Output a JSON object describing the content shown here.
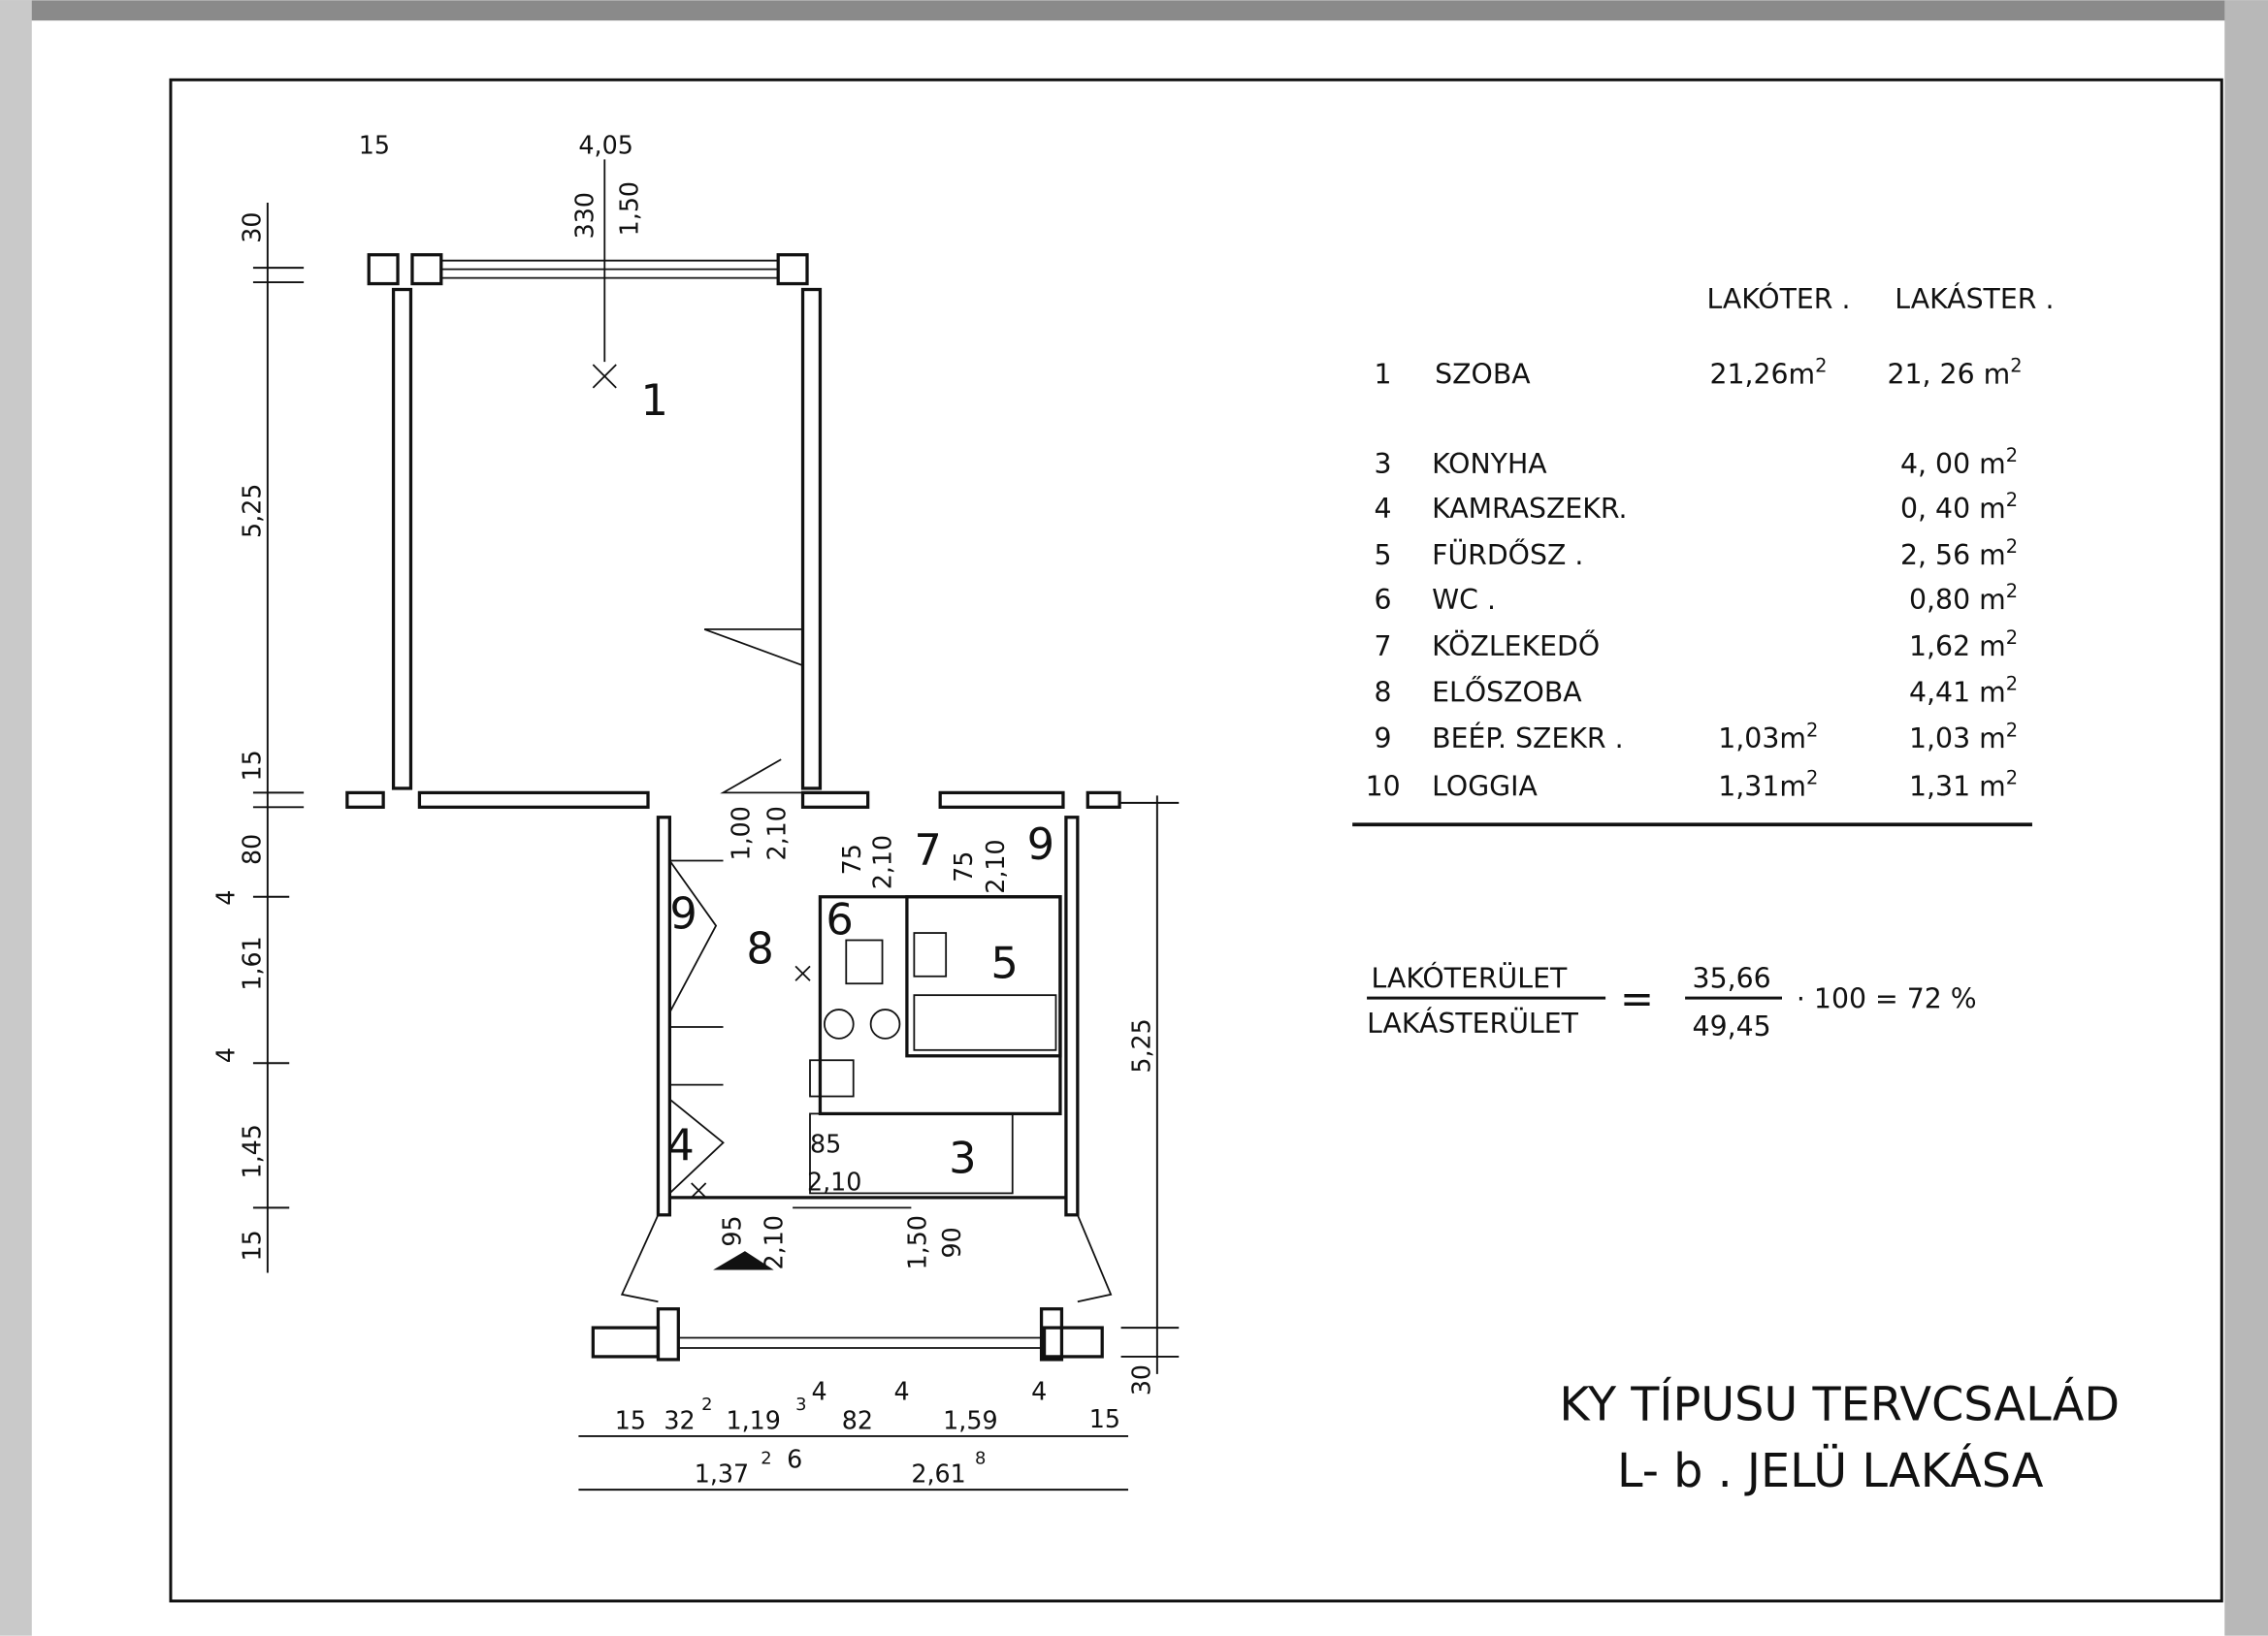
{
  "table": {
    "headers": {
      "lakoter": "LAKÓTER .",
      "lakaster": "LAKÁSTER ."
    },
    "rows": [
      {
        "num": "1",
        "name": "SZOBA",
        "lakoter": "21,26m",
        "lakaster": "21, 26 m"
      },
      {
        "num": "3",
        "name": "KONYHA",
        "lakoter": "",
        "lakaster": "4, 00 m"
      },
      {
        "num": "4",
        "name": "KAMRASZEKR.",
        "lakoter": "",
        "lakaster": "0, 40 m"
      },
      {
        "num": "5",
        "name": "FÜRDŐSZ .",
        "lakoter": "",
        "lakaster": "2, 56 m"
      },
      {
        "num": "6",
        "name": "WC .",
        "lakoter": "",
        "lakaster": "0,80 m"
      },
      {
        "num": "7",
        "name": "KÖZLEKEDŐ",
        "lakoter": "",
        "lakaster": "1,62 m"
      },
      {
        "num": "8",
        "name": "ELŐSZOBA",
        "lakoter": "",
        "lakaster": "4,41 m"
      },
      {
        "num": "9",
        "name": "BEÉP. SZEKR .",
        "lakoter": "1,03m",
        "lakaster": "1,03 m"
      },
      {
        "num": "10",
        "name": "LOGGIA",
        "lakoter": "1,31m",
        "lakaster": "1,31 m"
      }
    ],
    "unit_exponent": "2"
  },
  "ratio": {
    "numerator_label": "LAKÓTERÜLET",
    "denominator_label": "LAKÁSTERÜLET",
    "equals": "=",
    "numerator_value": "35,66",
    "denominator_value": "49,45",
    "result": "· 100 = 72 %"
  },
  "title": {
    "line1": "KY TÍPUSU TERVCSALÁD",
    "line2": "L- b . JELÜ LAKÁSA"
  },
  "rooms": [
    "1",
    "9",
    "8",
    "6",
    "7",
    "9",
    "5",
    "4",
    "3"
  ],
  "dimensions": {
    "top": [
      "15",
      "4,05",
      "330",
      "1,50"
    ],
    "left": [
      "30",
      "5,25",
      "15",
      "80",
      "4",
      "1,61",
      "4",
      "1,45",
      "15"
    ],
    "inner": [
      "1,00",
      "2,10",
      "75",
      "2,10",
      "75",
      "2,10",
      "85",
      "2,10",
      "95",
      "2,10",
      "1,50",
      "90"
    ],
    "right": [
      "5,25",
      "30"
    ],
    "bottom_row1": [
      "15",
      "32",
      "2",
      "1,19",
      "3",
      "4",
      "82",
      "4",
      "1,59",
      "4",
      "15"
    ],
    "bottom_row2": [
      "1,37",
      "2",
      "6",
      "2,61",
      "8"
    ]
  }
}
